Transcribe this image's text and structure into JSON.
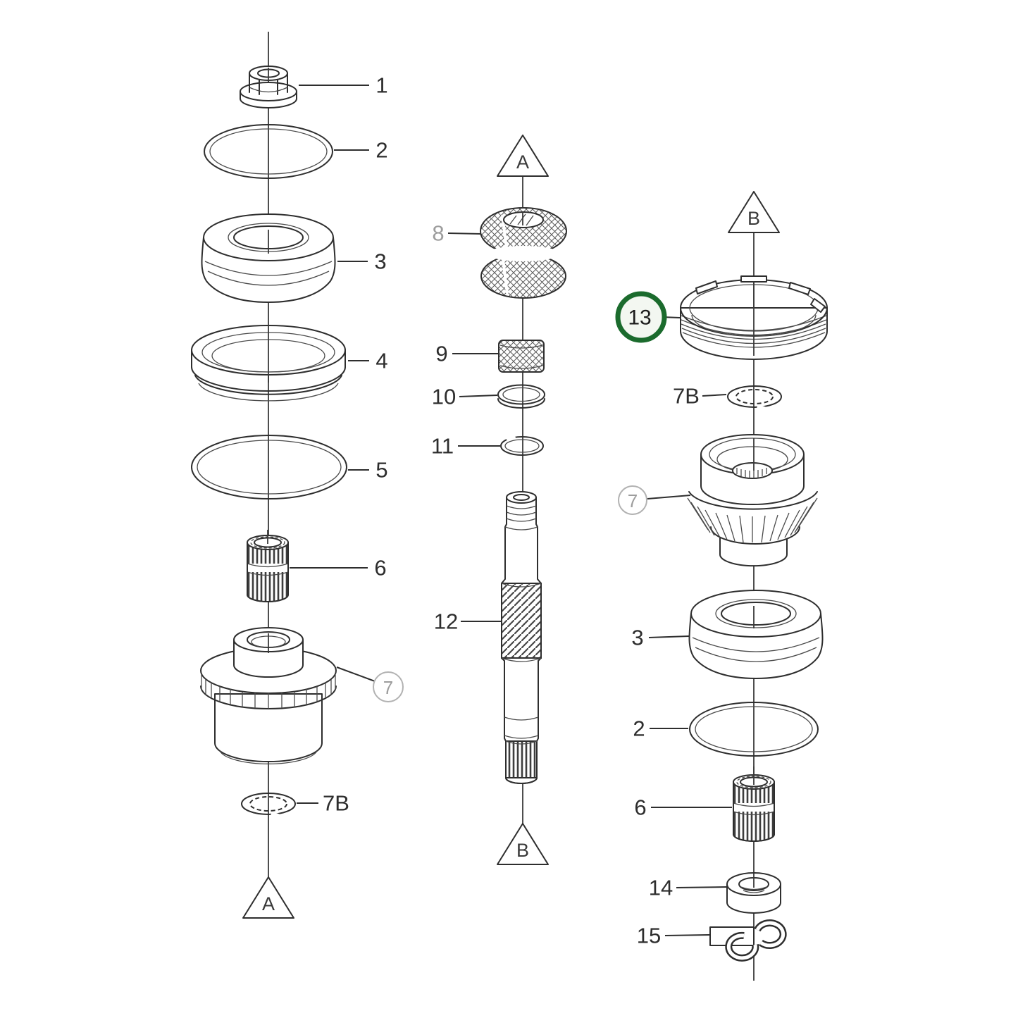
{
  "diagram": {
    "background_color": "#ffffff",
    "line_color": "#2e2e2e",
    "muted_label_color": "#9d9d9d",
    "highlight": {
      "ring_color": "#1b6b2d",
      "fill_color": "#f3f7f1"
    },
    "callouts": {
      "n1": "1",
      "n2": "2",
      "n3": "3",
      "n4": "4",
      "n5": "5",
      "n6": "6",
      "n7": "7",
      "n7b": "7B",
      "n8": "8",
      "n9": "9",
      "n10": "10",
      "n11": "11",
      "n12": "12",
      "n13": "13",
      "n14": "14",
      "n15": "15"
    },
    "markers": {
      "a": "A",
      "b": "B"
    }
  }
}
